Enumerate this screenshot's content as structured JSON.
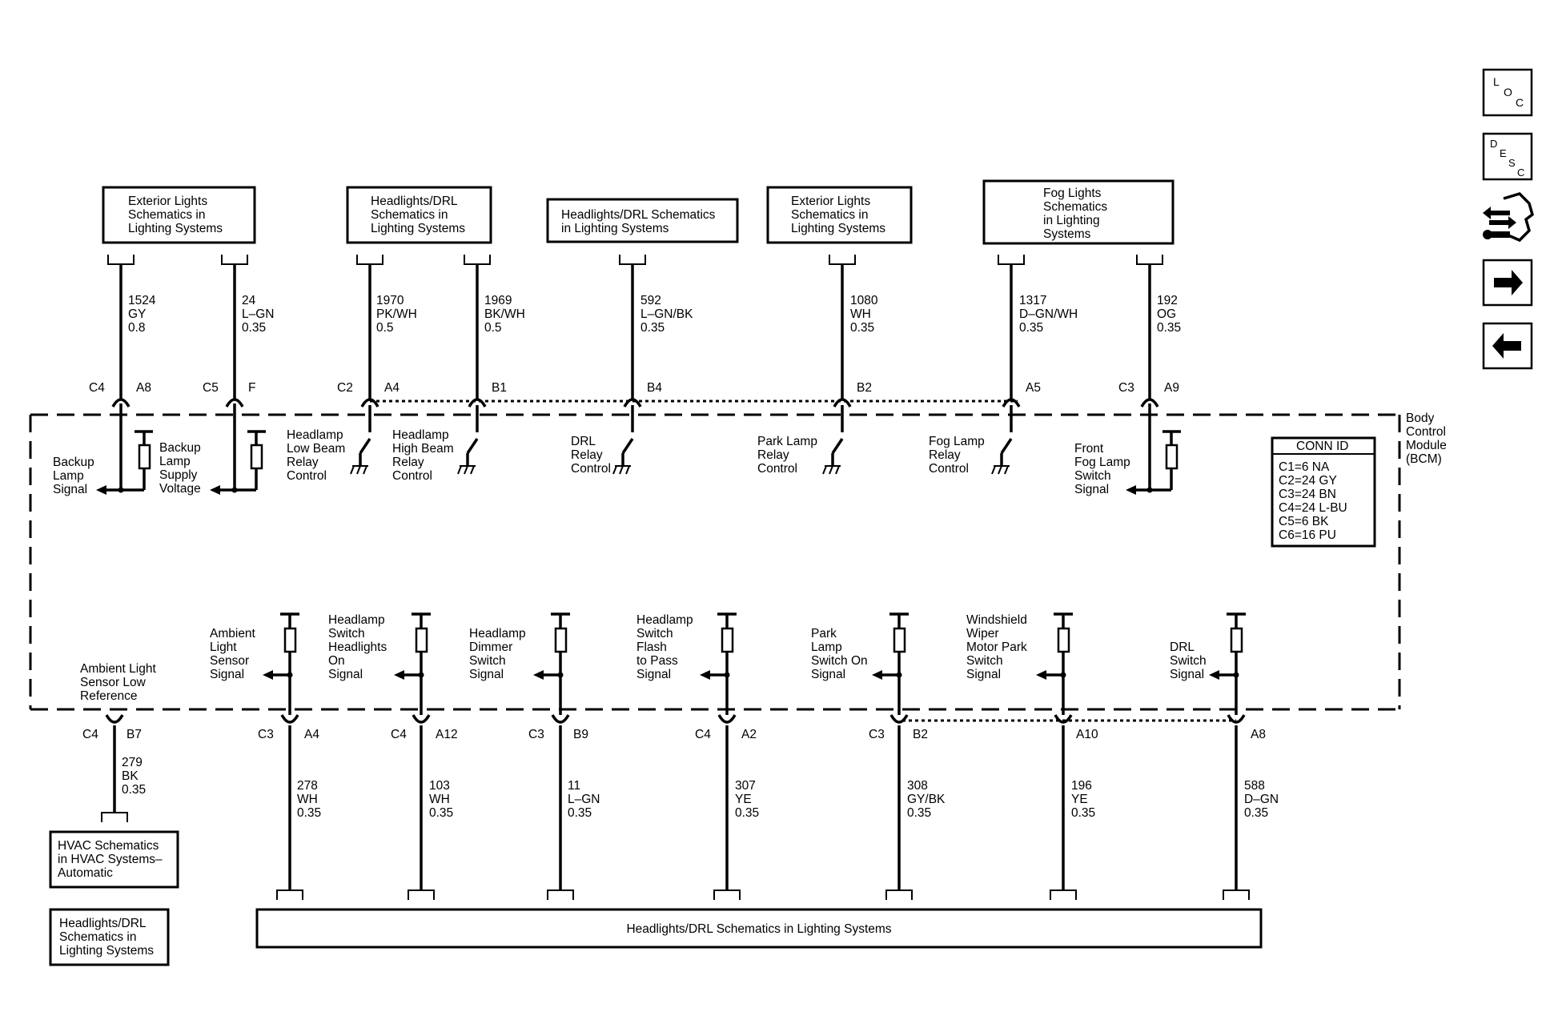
{
  "module": {
    "name": [
      "Body",
      "Control",
      "Module",
      "(BCM)"
    ]
  },
  "conn_id": {
    "title": "CONN ID",
    "rows": [
      "C1=6 NA",
      "C2=24 GY",
      "C3=24 BN",
      "C4=24 L-BU",
      "C5=6 BK",
      "C6=16 PU"
    ]
  },
  "top_refs": [
    [
      "Exterior Lights",
      "Schematics in",
      "Lighting Systems"
    ],
    [
      "Headlights/DRL",
      "Schematics in",
      "Lighting Systems"
    ],
    [
      "Headlights/DRL Schematics",
      "in Lighting Systems"
    ],
    [
      "Exterior Lights",
      "Schematics in",
      "Lighting Systems"
    ],
    [
      "Fog Lights",
      "Schematics",
      "in Lighting",
      "Systems"
    ]
  ],
  "top_wires": [
    {
      "conn": "C4",
      "pin": "A8",
      "circuit": "1524",
      "color": "GY",
      "gauge": "0.8"
    },
    {
      "conn": "C5",
      "pin": "F",
      "circuit": "24",
      "color": "L–GN",
      "gauge": "0.35"
    },
    {
      "conn": "C2",
      "pin": "A4",
      "circuit": "1970",
      "color": "PK/WH",
      "gauge": "0.5"
    },
    {
      "conn": "",
      "pin": "B1",
      "circuit": "1969",
      "color": "BK/WH",
      "gauge": "0.5"
    },
    {
      "conn": "",
      "pin": "B4",
      "circuit": "592",
      "color": "L–GN/BK",
      "gauge": "0.35"
    },
    {
      "conn": "",
      "pin": "B2",
      "circuit": "1080",
      "color": "WH",
      "gauge": "0.35"
    },
    {
      "conn": "",
      "pin": "A5",
      "circuit": "1317",
      "color": "D–GN/WH",
      "gauge": "0.35"
    },
    {
      "conn": "C3",
      "pin": "A9",
      "circuit": "192",
      "color": "OG",
      "gauge": "0.35"
    }
  ],
  "top_signals": [
    [
      "Backup",
      "Lamp",
      "Signal"
    ],
    [
      "Backup",
      "Lamp",
      "Supply",
      "Voltage"
    ],
    [
      "Headlamp",
      "Low Beam",
      "Relay",
      "Control"
    ],
    [
      "Headlamp",
      "High Beam",
      "Relay",
      "Control"
    ],
    [
      "DRL",
      "Relay",
      "Control"
    ],
    [
      "Park Lamp",
      "Relay",
      "Control"
    ],
    [
      "Fog Lamp",
      "Relay",
      "Control"
    ],
    [
      "Front",
      "Fog Lamp",
      "Switch",
      "Signal"
    ]
  ],
  "bottom_signals": [
    [
      "Ambient Light",
      "Sensor Low",
      "Reference"
    ],
    [
      "Ambient",
      "Light",
      "Sensor",
      "Signal"
    ],
    [
      "Headlamp",
      "Switch",
      "Headlights",
      "On",
      "Signal"
    ],
    [
      "Headlamp",
      "Dimmer",
      "Switch",
      "Signal"
    ],
    [
      "Headlamp",
      "Switch",
      "Flash",
      "to Pass",
      "Signal"
    ],
    [
      "Park",
      "Lamp",
      "Switch On",
      "Signal"
    ],
    [
      "Windshield",
      "Wiper",
      "Motor Park",
      "Switch",
      "Signal"
    ],
    [
      "DRL",
      "Switch",
      "Signal"
    ]
  ],
  "bottom_wires": [
    {
      "conn": "C4",
      "pin": "B7",
      "circuit": "279",
      "color": "BK",
      "gauge": "0.35"
    },
    {
      "conn": "C3",
      "pin": "A4",
      "circuit": "278",
      "color": "WH",
      "gauge": "0.35"
    },
    {
      "conn": "C4",
      "pin": "A12",
      "circuit": "103",
      "color": "WH",
      "gauge": "0.35"
    },
    {
      "conn": "C3",
      "pin": "B9",
      "circuit": "11",
      "color": "L–GN",
      "gauge": "0.35"
    },
    {
      "conn": "C4",
      "pin": "A2",
      "circuit": "307",
      "color": "YE",
      "gauge": "0.35"
    },
    {
      "conn": "C3",
      "pin": "B2",
      "circuit": "308",
      "color": "GY/BK",
      "gauge": "0.35"
    },
    {
      "conn": "",
      "pin": "A10",
      "circuit": "196",
      "color": "YE",
      "gauge": "0.35"
    },
    {
      "conn": "",
      "pin": "A8",
      "circuit": "588",
      "color": "D–GN",
      "gauge": "0.35"
    }
  ],
  "bottom_refs": {
    "hvac": [
      "HVAC Schematics",
      "in HVAC Systems–",
      "Automatic"
    ],
    "headlights_small": [
      "Headlights/DRL",
      "Schematics in",
      "Lighting Systems"
    ],
    "headlights_bar": "Headlights/DRL Schematics in Lighting Systems"
  },
  "nav": {
    "loc": [
      "L",
      "O",
      "C"
    ],
    "desc": [
      "D",
      "E",
      "S",
      "C"
    ],
    "items": [
      "loc",
      "desc",
      "connector-end-view",
      "next-page",
      "previous-page"
    ]
  }
}
